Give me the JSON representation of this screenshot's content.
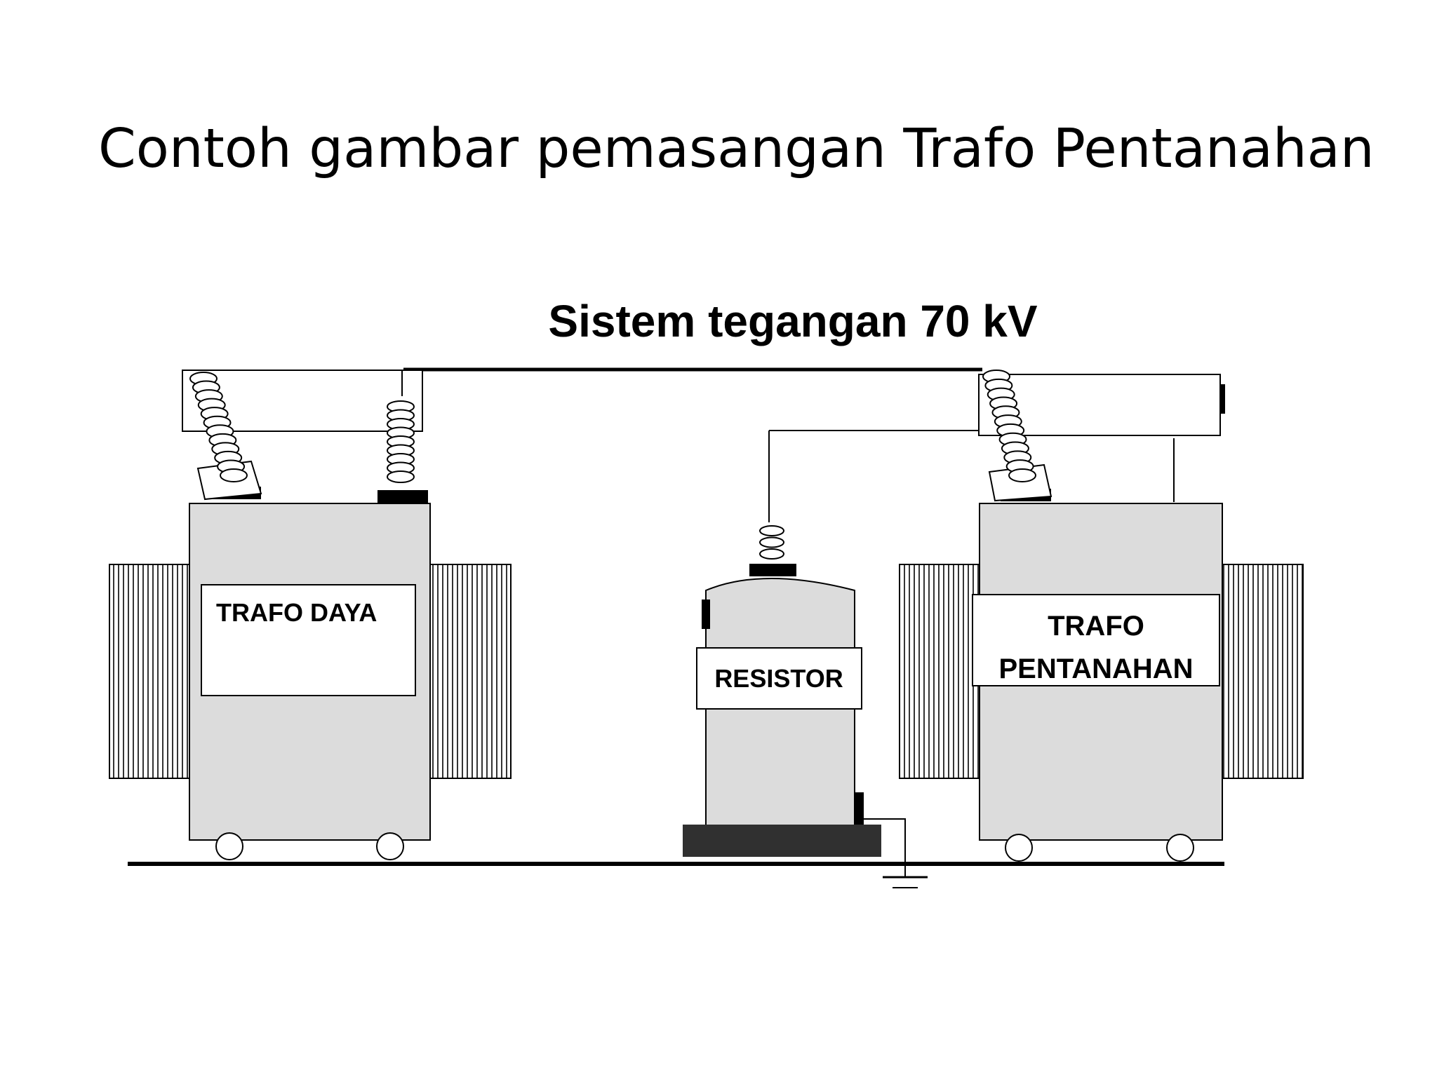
{
  "slide": {
    "title": "Contoh gambar pemasangan Trafo Pentanahan"
  },
  "diagram": {
    "system_label": "Sistem tegangan 70 kV",
    "components": {
      "power_transformer": "TRAFO DAYA",
      "resistor": "RESISTOR",
      "grounding_transformer_line1": "TRAFO",
      "grounding_transformer_line2": "PENTANAHAN"
    }
  }
}
